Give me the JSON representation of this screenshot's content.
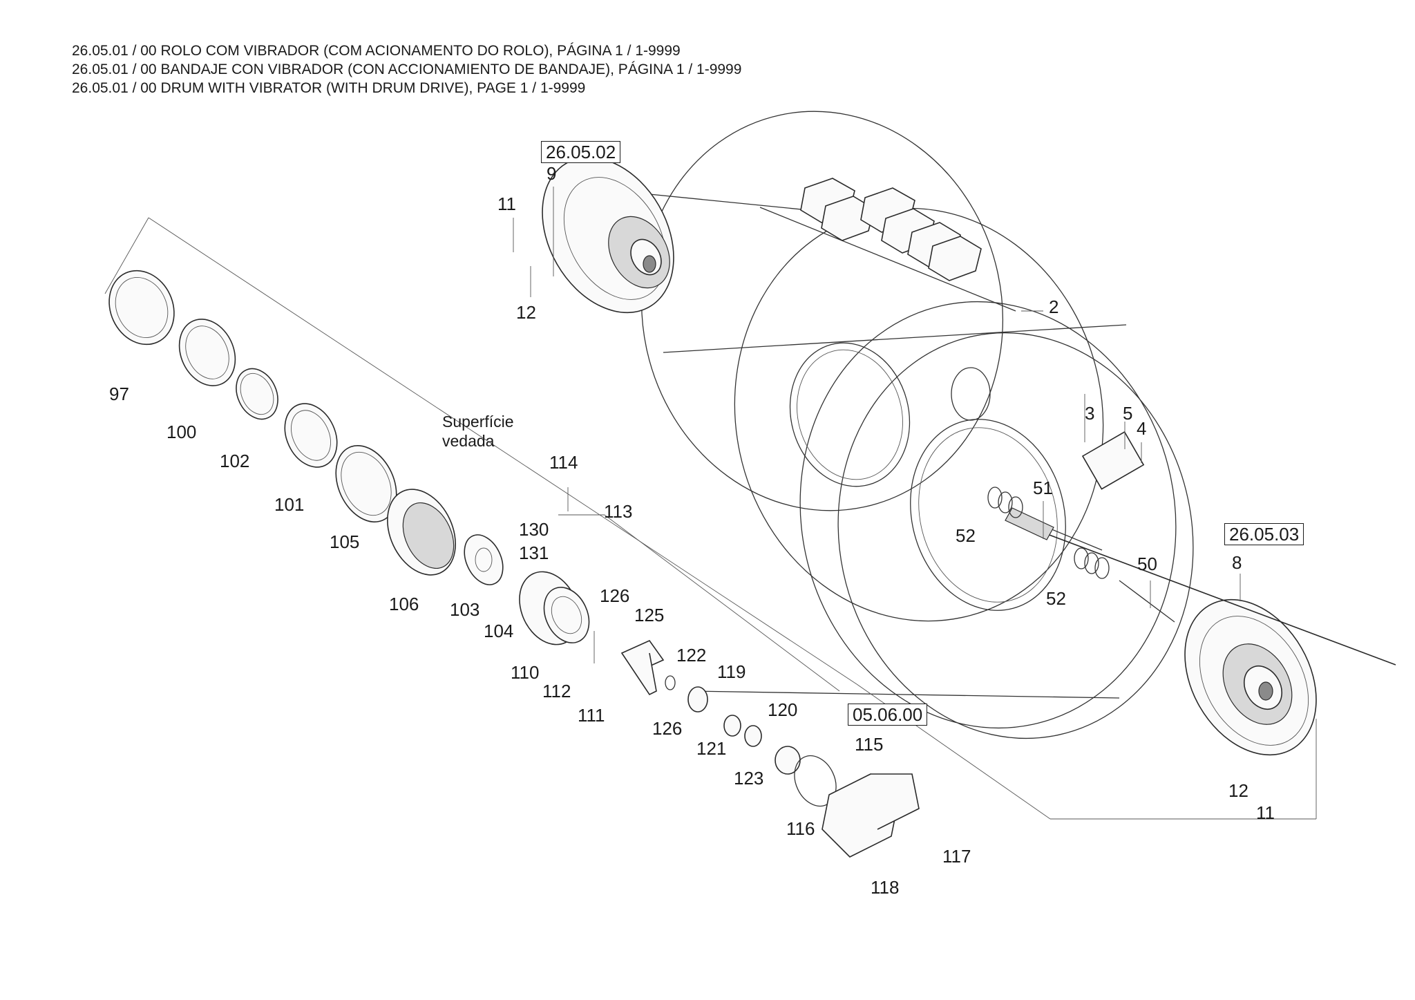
{
  "header": {
    "lines": [
      "26.05.01 / 00 ROLO COM VIBRADOR (COM ACIONAMENTO DO ROLO), PÁGINA 1 / 1-9999",
      "26.05.01 / 00 BANDAJE CON VIBRADOR (CON ACCIONAMIENTO DE BANDAJE), PÁGINA 1 / 1-9999",
      "26.05.01 / 00 DRUM WITH VIBRATOR (WITH DRUM DRIVE), PAGE 1 / 1-9999"
    ]
  },
  "references": {
    "top": "26.05.02",
    "right": "26.05.03",
    "motor": "05.06.00"
  },
  "note": {
    "line1": "Superfície",
    "line2": "vedada"
  },
  "parts": {
    "p2": "2",
    "p3": "3",
    "p4": "4",
    "p5": "5",
    "p8": "8",
    "p9": "9",
    "p11a": "11",
    "p11b": "11",
    "p12a": "12",
    "p12b": "12",
    "p50": "50",
    "p51": "51",
    "p52a": "52",
    "p52b": "52",
    "p97": "97",
    "p100": "100",
    "p101": "101",
    "p102": "102",
    "p103": "103",
    "p104": "104",
    "p105": "105",
    "p106": "106",
    "p110": "110",
    "p111": "111",
    "p112": "112",
    "p113": "113",
    "p114": "114",
    "p115": "115",
    "p116": "116",
    "p117": "117",
    "p118": "118",
    "p119": "119",
    "p120": "120",
    "p121": "121",
    "p122": "122",
    "p123": "123",
    "p125": "125",
    "p126a": "126",
    "p126b": "126",
    "p130": "130",
    "p131": "131"
  }
}
